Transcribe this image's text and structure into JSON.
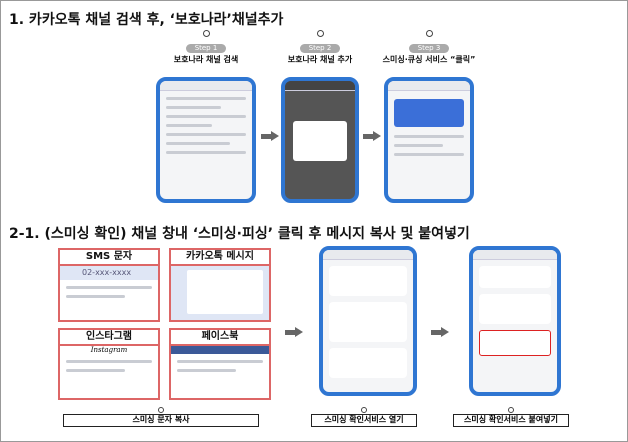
{
  "section1": {
    "title": "1. 카카오톡 채널 검색 후, ‘보호나라’채널추가",
    "steps": [
      {
        "badge": "Step 1",
        "label": "보호나라 채널 검색"
      },
      {
        "badge": "Step 2",
        "label": "보호나라 채널 추가"
      },
      {
        "badge": "Step 3",
        "label": "스미싱·큐싱 서비스 “클릭”"
      }
    ]
  },
  "section2": {
    "title": "2-1. (스미싱 확인) 채널 창내 ‘스미싱·피싱’ 클릭 후 메시지 복사 및 붙여넣기",
    "boxes": [
      {
        "title": "SMS 문자",
        "number": "02-xxx-xxxx"
      },
      {
        "title": "카카오톡 메시지"
      },
      {
        "title": "인스타그램",
        "brand": "Instagram"
      },
      {
        "title": "페이스북"
      }
    ],
    "captions": [
      "스미싱 문자 복사",
      "스미싱 확인서비스 열기",
      "스미싱 확인서비스 붙여넣기"
    ]
  },
  "colors": {
    "phone": "#2f76d2",
    "box": "#d66666"
  }
}
